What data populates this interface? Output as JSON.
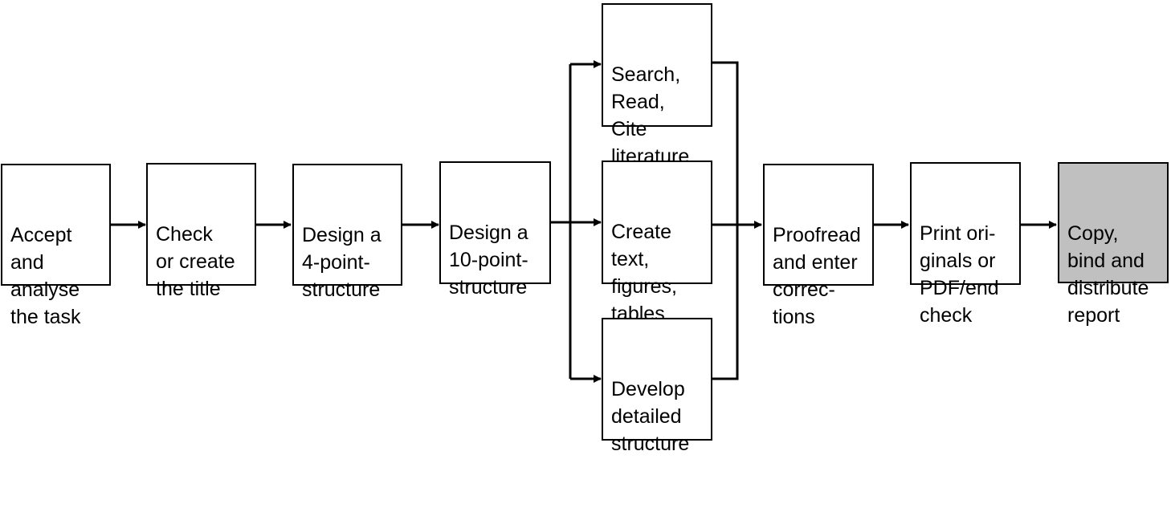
{
  "diagram": {
    "colors": {
      "line": "#000000",
      "box_fill": "#ffffff",
      "final_fill": "#c0c0c0"
    },
    "steps": {
      "accept": "Accept\nand\nanalyse\nthe task",
      "check_title": "Check\nor create\nthe title",
      "four_point": "Design a\n4-point-\nstructure",
      "ten_point": "Design a\n10-point-\nstructure",
      "literature": "Search,\nRead,\nCite\nliterature",
      "create_text": "Create\ntext,\nfigures,\ntables",
      "detailed_structure": "Develop\ndetailed\nstructure",
      "proofread": "Proofread\nand enter\ncorrec-\ntions",
      "print": "Print ori-\nginals or\nPDF/end\ncheck",
      "distribute": "Copy,\nbind and\ndistribute\nreport"
    }
  }
}
